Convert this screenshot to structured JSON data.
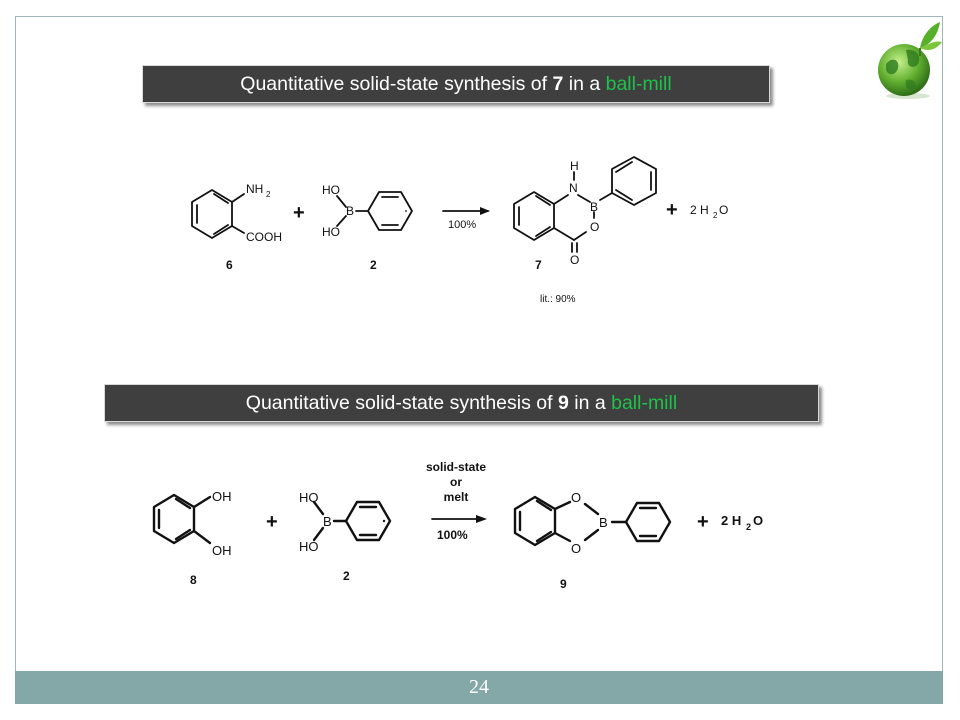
{
  "slide": {
    "page_number": "24",
    "accent_green": "#1cc24a",
    "title_bar_color": "#3f3f3f",
    "footer_color": "#84a7a8",
    "logo_icon": "globe-with-leaves-icon"
  },
  "reaction1": {
    "title": {
      "prefix": "Quantitative solid-state synthesis of ",
      "compound": "7",
      "middle": " in a ",
      "highlight": "ball-mill"
    },
    "reactant1": {
      "label": "6",
      "nh2": "NH",
      "nh2_sub": "2",
      "cooh": "COOH"
    },
    "plus1": "+",
    "reactant2": {
      "label": "2",
      "ho_top": "HO",
      "ho_bottom": "HO",
      "boron": "B"
    },
    "arrow_text": "100%",
    "product": {
      "label": "7",
      "h": "H",
      "n": "N",
      "b": "B",
      "o_ring": "O",
      "o_carbonyl": "O"
    },
    "plus2": "+",
    "byproduct": {
      "coef": "2 H",
      "sub": "2",
      "tail": "O"
    },
    "lit_note": "lit.: 90%"
  },
  "reaction2": {
    "title": {
      "prefix": "Quantitative solid-state synthesis of  ",
      "compound": "9",
      "middle": " in a ",
      "highlight": "ball-mill"
    },
    "reactant1": {
      "label": "8",
      "oh_top": "OH",
      "oh_bottom": "OH"
    },
    "plus1": "+",
    "reactant2": {
      "label": "2",
      "ho_top": "HO",
      "ho_bottom": "HO",
      "boron": "B"
    },
    "conditions": [
      "solid-state",
      "or",
      "melt"
    ],
    "arrow_text": "100%",
    "product": {
      "label": "9",
      "o_top": "O",
      "o_bottom": "O",
      "b": "B"
    },
    "plus2": "+",
    "byproduct": {
      "coef": "2 H",
      "sub": "2",
      "tail": "O"
    }
  }
}
